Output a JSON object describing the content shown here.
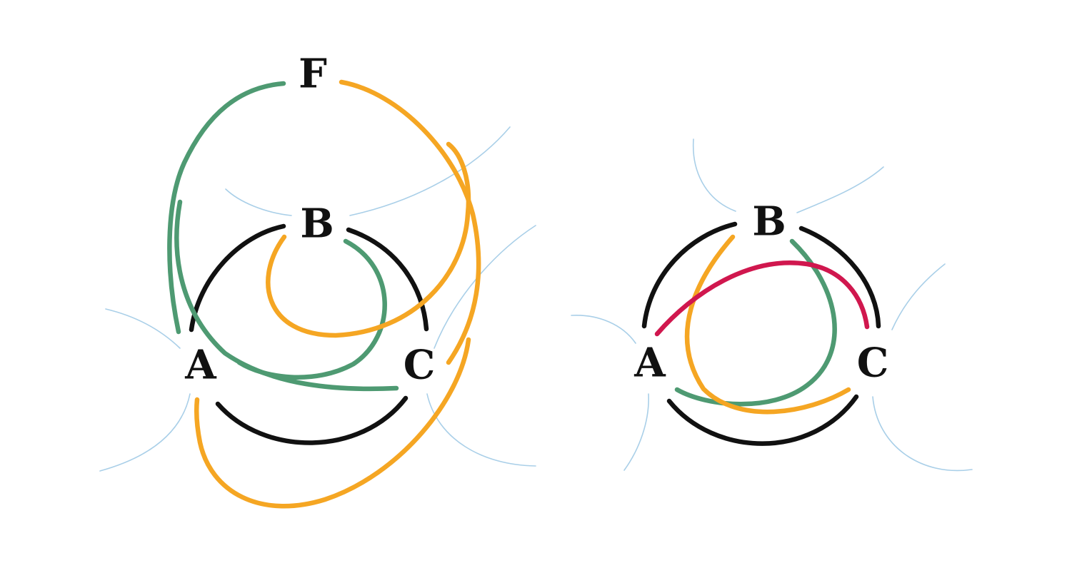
{
  "colors": {
    "background": "#ffffff",
    "black": "#111111",
    "green": "#4e9a72",
    "orange": "#f5a623",
    "crimson": "#d0174e",
    "light_blue": "#a9cfe8"
  },
  "left_diagram": {
    "labels": {
      "f": "F",
      "b": "B",
      "a": "A",
      "c": "C"
    }
  },
  "right_diagram": {
    "labels": {
      "b": "B",
      "a": "A",
      "c": "C"
    }
  }
}
